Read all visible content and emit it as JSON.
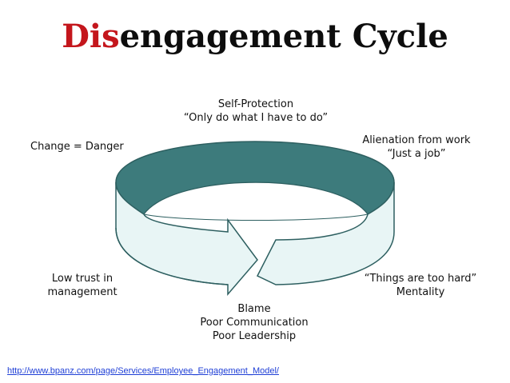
{
  "title": {
    "accent": "Dis",
    "rest": "engagement Cycle"
  },
  "colors": {
    "accent": "#c4161c",
    "ring_top": "#3d7b7c",
    "ring_band": "#e8f5f5",
    "ring_outline": "#2d5f60",
    "link": "#1f3fd6"
  },
  "labels": {
    "self_protection": {
      "line1": "Self-Protection",
      "line2": "“Only do what I have to do”"
    },
    "change_danger": "Change = Danger",
    "alienation": {
      "line1": "Alienation from work",
      "line2": "“Just a job”"
    },
    "low_trust": {
      "line1": "Low trust in",
      "line2": "management"
    },
    "too_hard": {
      "line1": "“Things are too hard”",
      "line2": "Mentality"
    },
    "blame": {
      "line1": "Blame",
      "line2": "Poor Communication",
      "line3": "Poor Leadership"
    }
  },
  "source_link": "http://www.bpanz.com/page/Services/Employee_Engagement_Model/"
}
